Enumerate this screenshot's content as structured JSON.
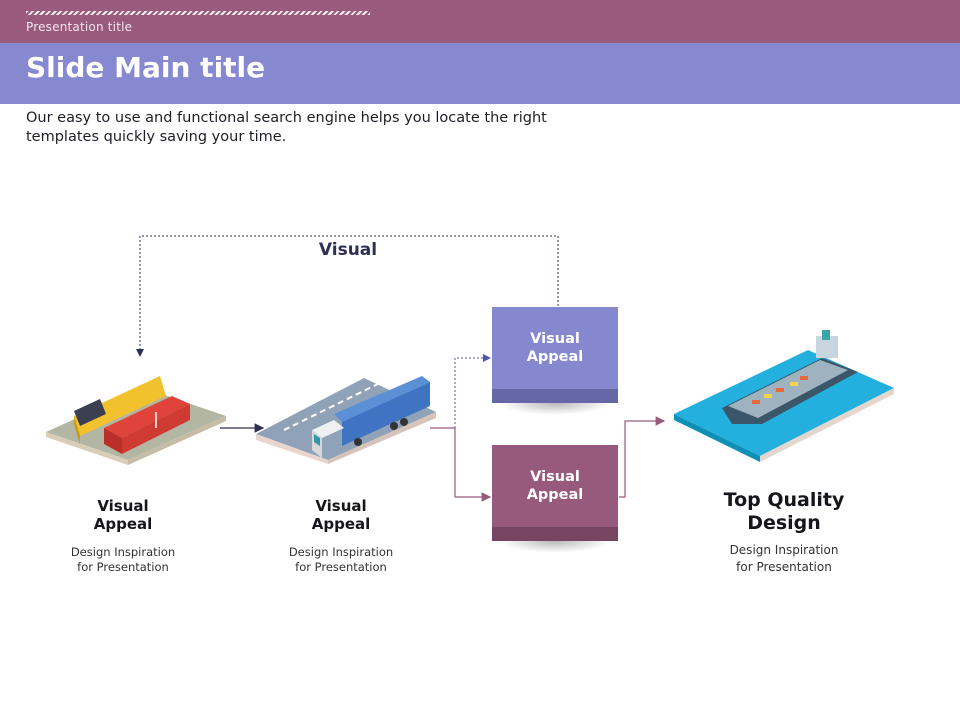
{
  "header": {
    "presentation_title": "Presentation title",
    "main_title": "Slide Main title"
  },
  "intro_text": "Our easy to use and functional search engine helps you locate the right templates quickly saving your time.",
  "diagram": {
    "loop_label": "Visual",
    "stages": [
      {
        "illustration": "freight-train-icon",
        "title_line1": "Visual",
        "title_line2": "Appeal",
        "sub_line1": "Design Inspiration",
        "sub_line2": "for Presentation"
      },
      {
        "illustration": "container-truck-icon",
        "title_line1": "Visual",
        "title_line2": "Appeal",
        "sub_line1": "Design Inspiration",
        "sub_line2": "for Presentation"
      },
      {
        "illustration": "cargo-ship-icon",
        "title_line1": "Top Quality",
        "title_line2": "Design",
        "sub_line1": "Design Inspiration",
        "sub_line2": "for Presentation"
      }
    ],
    "boxes": [
      {
        "line1": "Visual",
        "line2": "Appeal",
        "color": "#8587cf"
      },
      {
        "line1": "Visual",
        "line2": "Appeal",
        "color": "#985a7c"
      }
    ]
  },
  "colors": {
    "header_band": "#9a5a7c",
    "title_band": "#8789d0",
    "dark_connector": "#2d2f55",
    "plum_connector": "#985a7c",
    "blue_connector": "#5456a6"
  }
}
